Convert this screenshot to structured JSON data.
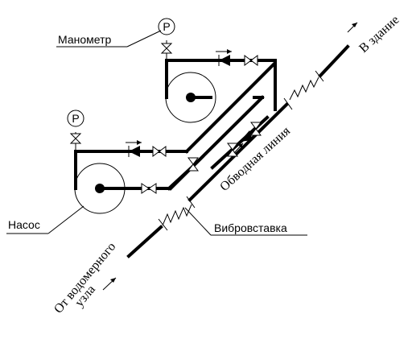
{
  "labels": {
    "manometer": "Манометр",
    "pump": "Насос",
    "vibro_insert": "Вибровставка",
    "bypass_line": "Обводная линия",
    "to_building": "В здание",
    "from_meter_line1": "От водомерного",
    "from_meter_line2": "узла"
  },
  "gauge_symbol": "P",
  "colors": {
    "line": "#000000",
    "background": "#ffffff"
  }
}
